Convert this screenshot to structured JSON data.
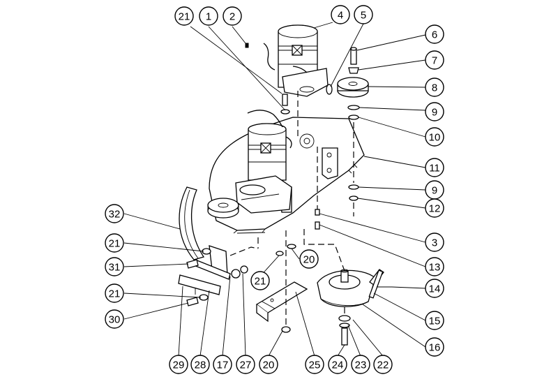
{
  "diagram": {
    "callouts": [
      {
        "id": "c21a",
        "label": "21"
      },
      {
        "id": "c1",
        "label": "1"
      },
      {
        "id": "c2",
        "label": "2"
      },
      {
        "id": "c4",
        "label": "4"
      },
      {
        "id": "c5",
        "label": "5"
      },
      {
        "id": "c6",
        "label": "6"
      },
      {
        "id": "c7",
        "label": "7"
      },
      {
        "id": "c8",
        "label": "8"
      },
      {
        "id": "c9a",
        "label": "9"
      },
      {
        "id": "c10",
        "label": "10"
      },
      {
        "id": "c11",
        "label": "11"
      },
      {
        "id": "c9b",
        "label": "9"
      },
      {
        "id": "c12",
        "label": "12"
      },
      {
        "id": "c3",
        "label": "3"
      },
      {
        "id": "c13",
        "label": "13"
      },
      {
        "id": "c14",
        "label": "14"
      },
      {
        "id": "c15",
        "label": "15"
      },
      {
        "id": "c16",
        "label": "16"
      },
      {
        "id": "c32",
        "label": "32"
      },
      {
        "id": "c21b",
        "label": "21"
      },
      {
        "id": "c31",
        "label": "31"
      },
      {
        "id": "c21c",
        "label": "21"
      },
      {
        "id": "c30",
        "label": "30"
      },
      {
        "id": "c20a",
        "label": "20"
      },
      {
        "id": "c21d",
        "label": "21"
      },
      {
        "id": "c29",
        "label": "29"
      },
      {
        "id": "c28",
        "label": "28"
      },
      {
        "id": "c17",
        "label": "17"
      },
      {
        "id": "c27",
        "label": "27"
      },
      {
        "id": "c20b",
        "label": "20"
      },
      {
        "id": "c25",
        "label": "25"
      },
      {
        "id": "c24",
        "label": "24"
      },
      {
        "id": "c23",
        "label": "23"
      },
      {
        "id": "c22",
        "label": "22"
      }
    ]
  }
}
